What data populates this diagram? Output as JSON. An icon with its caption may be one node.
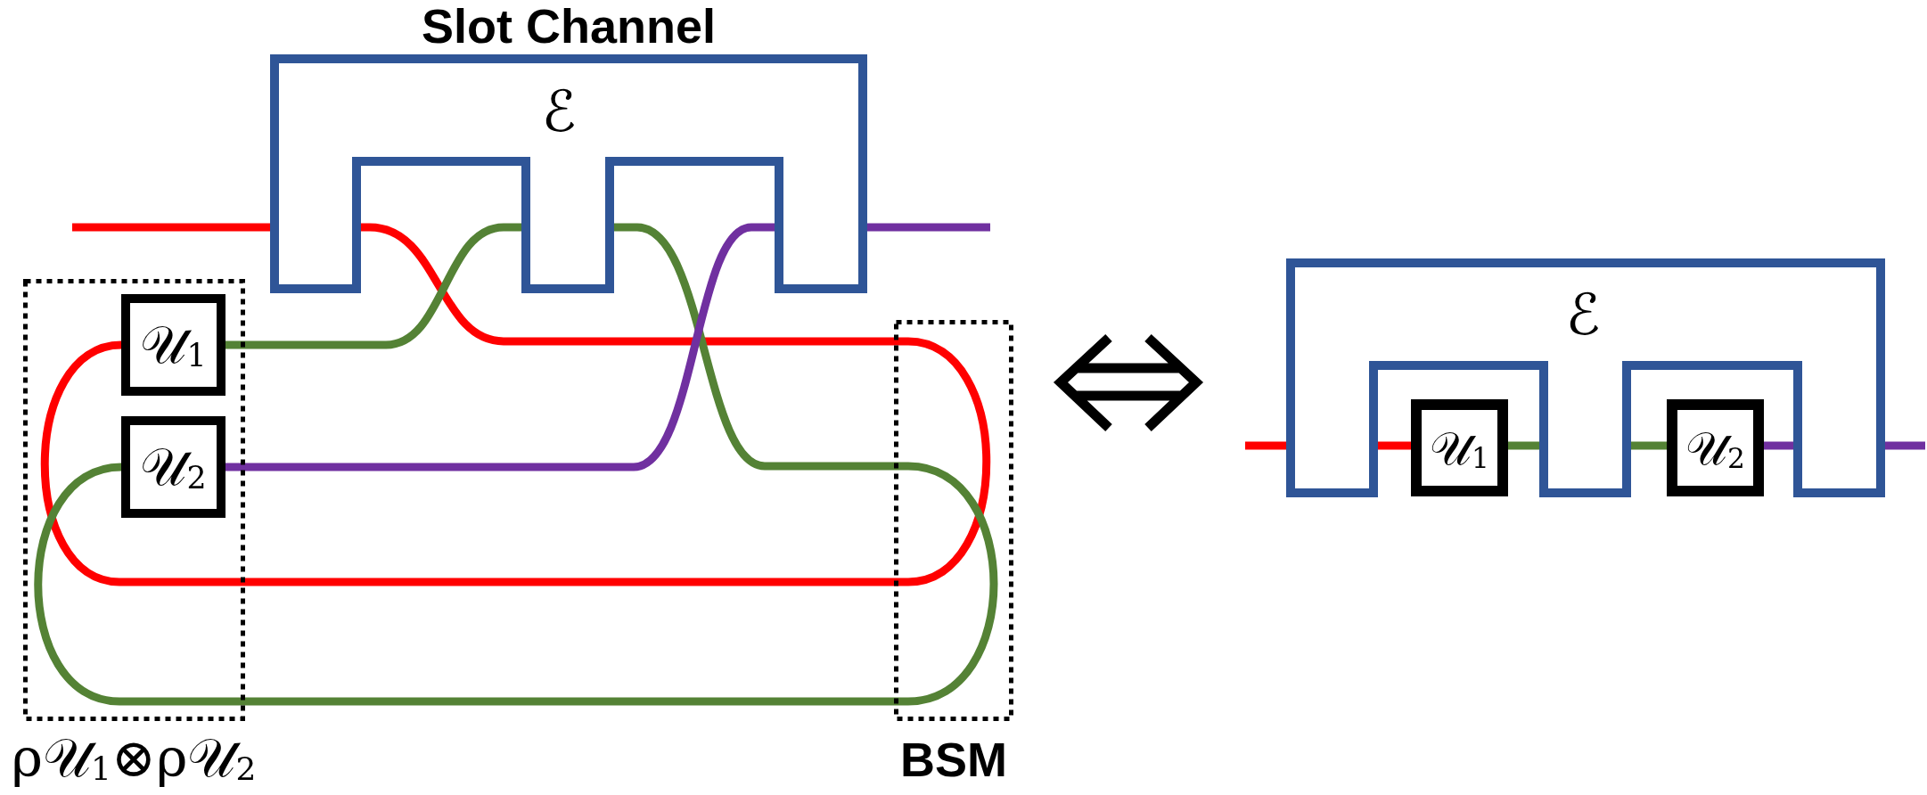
{
  "diagram": {
    "nodes": [
      {
        "text": [
          "Slot Channel",
          "ℰ"
        ]
      },
      {
        "text": [
          "ρ𝒰$_{1}$⊗ρ𝒰$_{2}$"
        ]
      },
      {
        "text": [
          "𝒰$_{1}$"
        ],
        "in": 1
      },
      {
        "text": [
          "𝒰$_{2}$"
        ],
        "in": 1
      },
      {
        "text": [
          "BSM"
        ]
      },
      {
        "text": [
          "ℰ"
        ]
      },
      {
        "text": [
          "𝒰$_{1}$"
        ],
        "in": 5
      },
      {
        "text": [
          "𝒰$_{2}$"
        ],
        "in": 5
      }
    ],
    "edges": [
      {
        "from": null,
        "to": 0,
        "arrow": "none",
        "color": "#ff0000"
      },
      {
        "from": 0,
        "to": 4,
        "arrow": "none",
        "color": "#ff0000"
      },
      {
        "from": 4,
        "to": 2,
        "arrow": "none",
        "color": "#ff0000"
      },
      {
        "from": 2,
        "to": 0,
        "arrow": "none",
        "color": "#548235"
      },
      {
        "from": 0,
        "to": 4,
        "arrow": "none",
        "color": "#548235"
      },
      {
        "from": 4,
        "to": 3,
        "arrow": "none",
        "color": "#548235"
      },
      {
        "from": 3,
        "to": 0,
        "arrow": "none",
        "color": "#7030a0"
      },
      {
        "from": 0,
        "to": null,
        "arrow": "none",
        "color": "#7030a0"
      },
      {
        "from": null,
        "to": 5,
        "arrow": "none",
        "color": "#ff0000"
      },
      {
        "from": 5,
        "to": 6,
        "arrow": "none",
        "color": "#ff0000"
      },
      {
        "from": 6,
        "to": 5,
        "arrow": "none",
        "color": "#548235"
      },
      {
        "from": 5,
        "to": 7,
        "arrow": "none",
        "color": "#548235"
      },
      {
        "from": 7,
        "to": 5,
        "arrow": "none",
        "color": "#7030a0"
      },
      {
        "from": 5,
        "to": null,
        "arrow": "none",
        "color": "#7030a0"
      }
    ]
  }
}
